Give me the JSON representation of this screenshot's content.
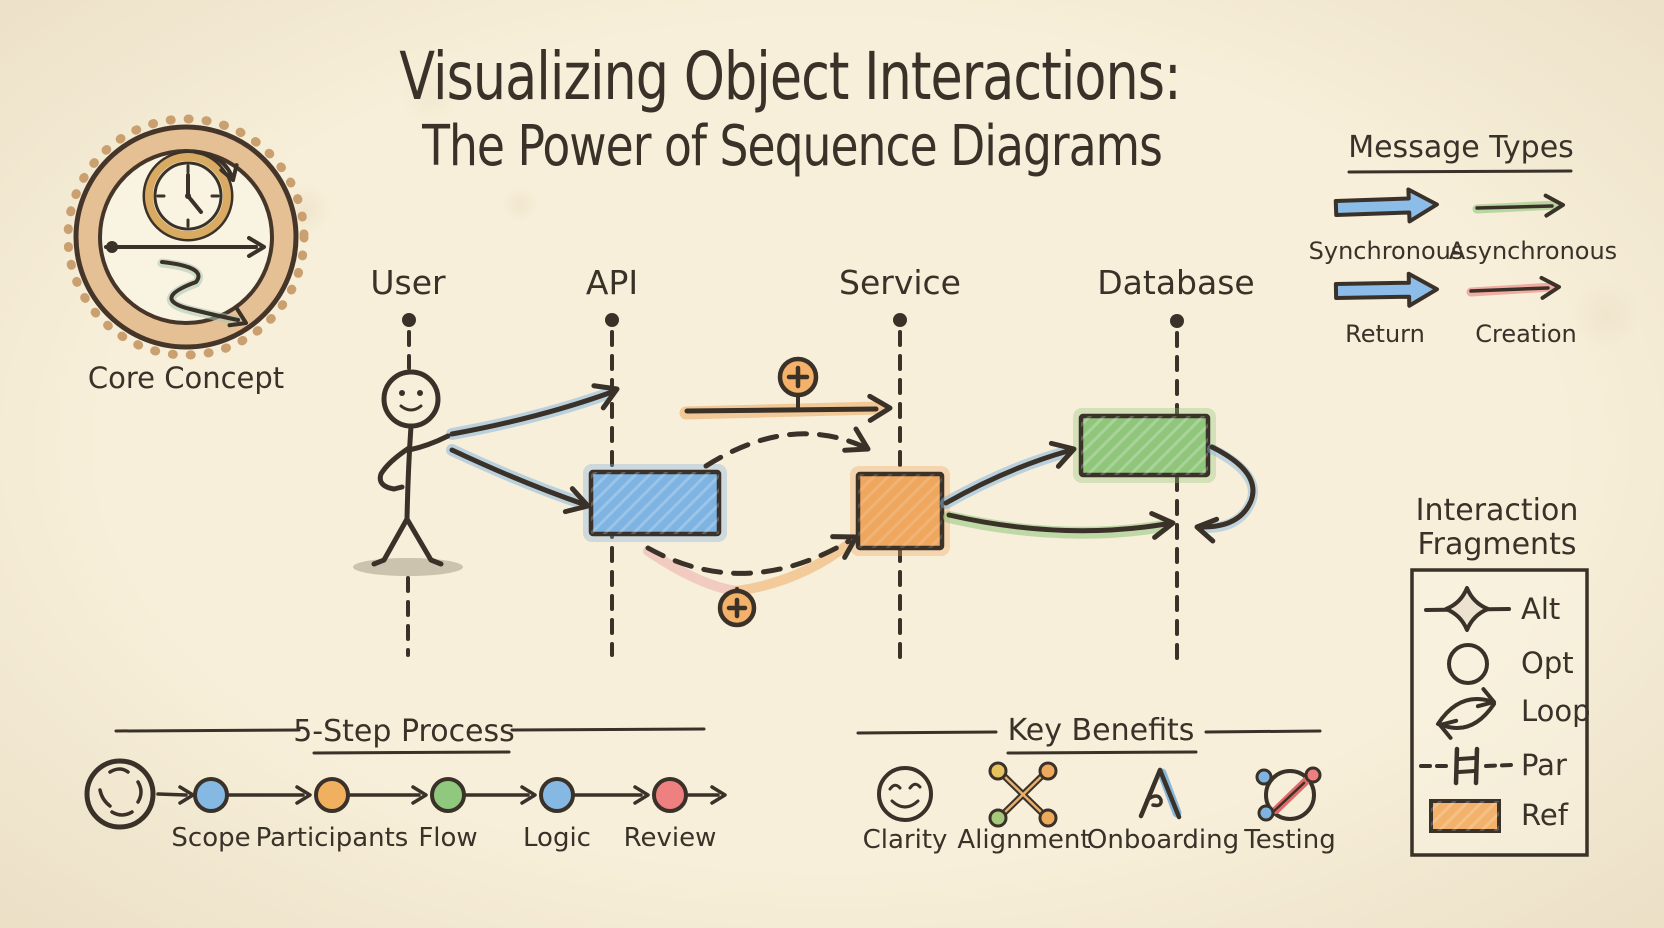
{
  "title": {
    "line1": "Visualizing Object Interactions:",
    "line2": "The Power of Sequence Diagrams"
  },
  "core_concept": {
    "label": "Core Concept"
  },
  "sequence": {
    "lifelines": [
      {
        "name": "User"
      },
      {
        "name": "API"
      },
      {
        "name": "Service"
      },
      {
        "name": "Database"
      }
    ]
  },
  "message_types": {
    "title": "Message Types",
    "items": [
      {
        "label": "Synchronous",
        "arrow": "block-arrow",
        "color": "#7eb3e2"
      },
      {
        "label": "Asynchronous",
        "arrow": "line-arrow",
        "color": "#90c67c"
      },
      {
        "label": "Return",
        "arrow": "block-arrow",
        "color": "#7eb3e2"
      },
      {
        "label": "Creation",
        "arrow": "line-arrow",
        "color": "#ec7f7f"
      }
    ]
  },
  "process": {
    "title": "5-Step Process",
    "steps": [
      {
        "label": "Scope",
        "color": "#7eb3e2"
      },
      {
        "label": "Participants",
        "color": "#efa75e"
      },
      {
        "label": "Flow",
        "color": "#90c67c"
      },
      {
        "label": "Logic",
        "color": "#7eb3e2"
      },
      {
        "label": "Review",
        "color": "#ec7f7f"
      }
    ]
  },
  "benefits": {
    "title": "Key Benefits",
    "items": [
      {
        "label": "Clarity",
        "icon": "smiley-icon"
      },
      {
        "label": "Alignment",
        "icon": "crossed-links-icon"
      },
      {
        "label": "Onboarding",
        "icon": "letter-a-icon"
      },
      {
        "label": "Testing",
        "icon": "slashed-circle-icon"
      }
    ]
  },
  "fragments": {
    "title_line1": "Interaction",
    "title_line2": "Fragments",
    "items": [
      {
        "label": "Alt",
        "icon": "four-point-star-icon"
      },
      {
        "label": "Opt",
        "icon": "circle-icon"
      },
      {
        "label": "Loop",
        "icon": "loop-arrows-icon"
      },
      {
        "label": "Par",
        "icon": "parallel-bars-icon"
      },
      {
        "label": "Ref",
        "icon": "ref-rect-icon"
      }
    ]
  },
  "colors": {
    "background": "#f7efd9",
    "ink": "#3a3129",
    "blue": "#7eb3e2",
    "orange": "#efa75e",
    "green": "#90c67c",
    "red": "#ec7f7f",
    "tan": "#e3ba8c"
  }
}
